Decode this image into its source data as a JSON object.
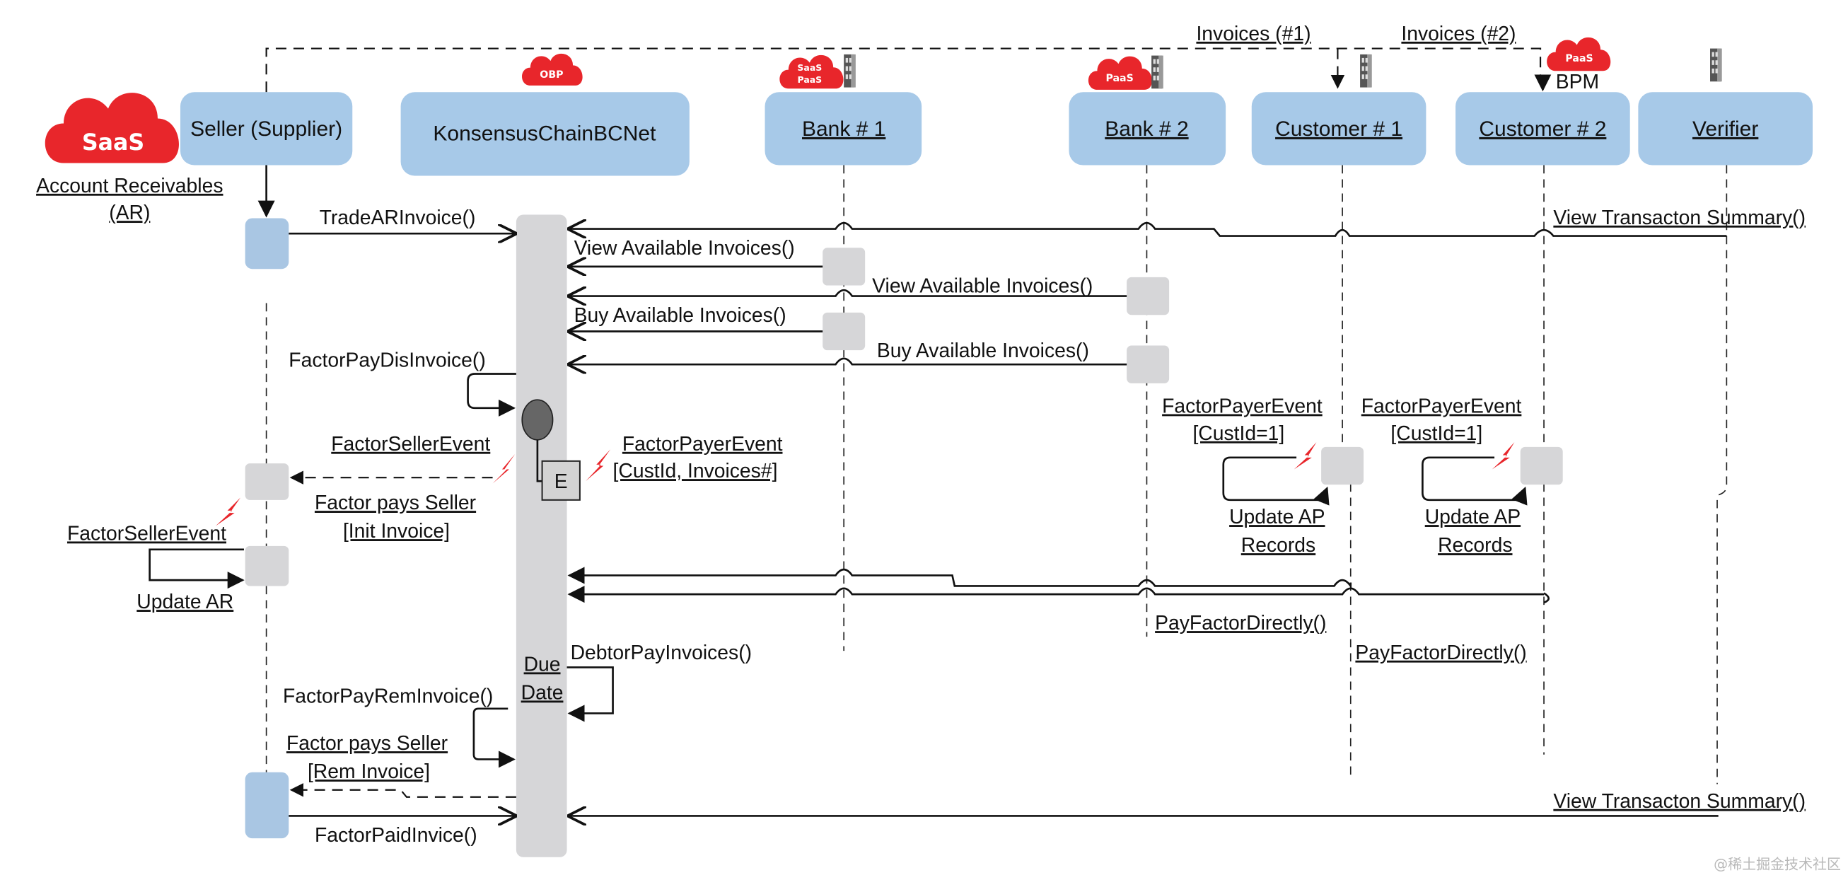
{
  "diagram": {
    "type": "UML sequence diagram",
    "theme": {
      "participant_fill": "#a7c9e8",
      "activation_fill": "#d6d6d8",
      "cloud_color": "#e8262b",
      "line_color": "#111111"
    },
    "top_labels": {
      "invoices_1": "Invoices (#1)",
      "invoices_2": "Invoices (#2)"
    },
    "saas_badge": {
      "cloud_label": "SaaS",
      "caption_line1": "Account Receivables",
      "caption_line2": "(AR)"
    },
    "participants": [
      {
        "id": "seller",
        "label": "Seller (Supplier)",
        "underlined": false
      },
      {
        "id": "konsensus",
        "label": "KonsensusChainBCNet",
        "underlined": false,
        "cloud": "OBP"
      },
      {
        "id": "bank1",
        "label": "Bank # 1",
        "underlined": true,
        "cloud_line1": "SaaS",
        "cloud_line2": "PaaS",
        "building": true
      },
      {
        "id": "bank2",
        "label": "Bank # 2",
        "underlined": true,
        "cloud": "PaaS",
        "building": true
      },
      {
        "id": "customer1",
        "label": "Customer # 1",
        "underlined": true,
        "building": true
      },
      {
        "id": "customer2",
        "label": "Customer # 2",
        "underlined": true,
        "cloud": "PaaS",
        "cloud_caption": "BPM"
      },
      {
        "id": "verifier",
        "label": "Verifier",
        "underlined": true,
        "building": true
      }
    ],
    "messages": {
      "trade_ar_invoice": "TradeARInvoice()",
      "view_available_1": "View Available Invoices()",
      "view_available_2": "View Available Invoices()",
      "buy_available_1": "Buy Available Invoices()",
      "buy_available_2": "Buy Available Invoices()",
      "view_summary_top": "View Transacton Summary()",
      "factor_pay_dis_invoice": "FactorPayDisInvoice()",
      "factor_seller_event_1": "FactorSellerEvent",
      "factor_pays_seller_init_1": "Factor pays Seller",
      "factor_pays_seller_init_2": "[Init Invoice]",
      "factor_payer_event_main_1": "FactorPayerEvent",
      "factor_payer_event_main_2": "[CustId, Invoices#]",
      "event_box_label": "E",
      "factor_seller_event_2": "FactorSellerEvent",
      "update_ar": "Update AR",
      "cust1_event_1": "FactorPayerEvent",
      "cust1_event_2": "[CustId=1]",
      "cust1_update_1": "Update AP",
      "cust1_update_2": "Records",
      "cust2_event_1": "FactorPayerEvent",
      "cust2_event_2": "[CustId=1]",
      "cust2_update_1": "Update AP",
      "cust2_update_2": "Records",
      "pay_factor_directly_1": "PayFactorDirectly()",
      "pay_factor_directly_2": "PayFactorDirectly()",
      "due_date_1": "Due",
      "due_date_2": "Date",
      "debtor_pay_invoices": "DebtorPayInvoices()",
      "factor_pay_rem_invoice": "FactorPayRemInvoice()",
      "factor_pays_seller_rem_1": "Factor pays Seller",
      "factor_pays_seller_rem_2": "[Rem Invoice]",
      "factor_paid_invoice": "FactorPaidInvice()",
      "view_summary_bottom": "View Transacton Summary()"
    },
    "watermark": "@稀土掘金技术社区"
  }
}
